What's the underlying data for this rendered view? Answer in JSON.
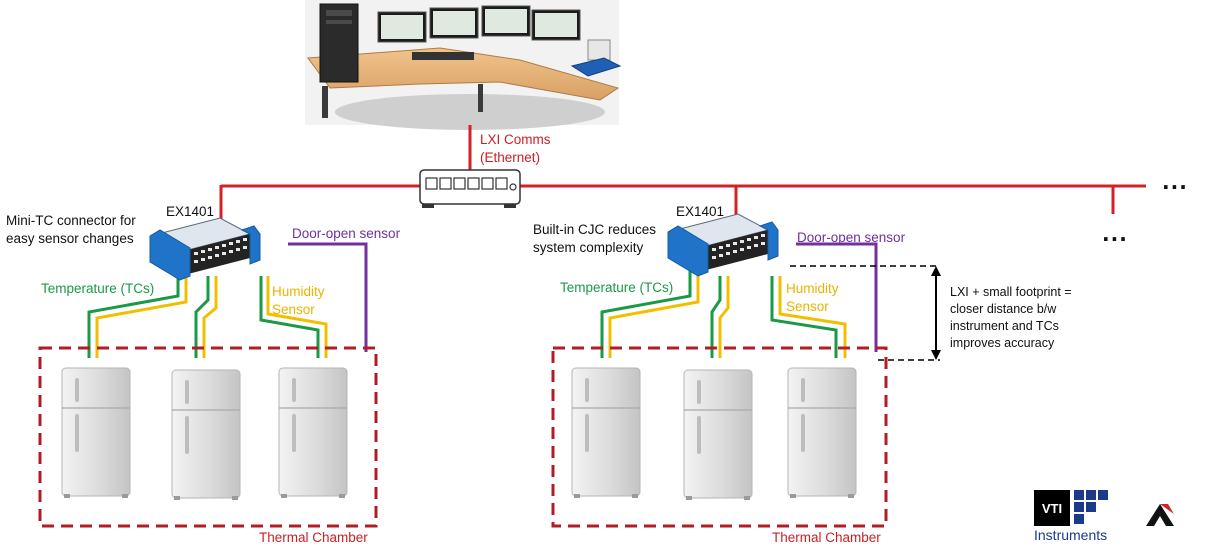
{
  "labels": {
    "lxi_comms_line1": "LXI Comms",
    "lxi_comms_line2": "(Ethernet)",
    "device_left": "EX1401",
    "device_right": "EX1401",
    "mini_tc_line1": "Mini-TC connector for",
    "mini_tc_line2": "easy sensor changes",
    "cjc_line1": "Built-in CJC reduces",
    "cjc_line2": "system complexity",
    "door_left": "Door-open  sensor",
    "door_right": "Door-open  sensor",
    "temp_left": "Temperature (TCs)",
    "temp_right": "Temperature (TCs)",
    "humid_left_line1": "Humidity",
    "humid_left_line2": "Sensor",
    "humid_right_line1": "Humidity",
    "humid_right_line2": "Sensor",
    "chamber_left": "Thermal Chamber",
    "chamber_right": "Thermal Chamber",
    "footprint_line1": "LXI + small footprint =",
    "footprint_line2": "closer distance b/w",
    "footprint_line3": "instrument and TCs",
    "footprint_line4": "improves accuracy",
    "ellipsis_top": "...",
    "ellipsis_mid": "..."
  },
  "logos": {
    "vti_text": "VTI",
    "vti_instruments": "Instruments"
  },
  "colors": {
    "ethernet": "#d42027",
    "temperature": "#1a9a46",
    "humidity": "#f2bf00",
    "door": "#7030a0",
    "chamber": "#b01e24",
    "device_blue": "#1f74c9"
  },
  "icons": [
    "workstation-image",
    "ethernet-switch-icon",
    "ex1401-device-icon",
    "refrigerator-icon",
    "vti-logo",
    "brand-logo"
  ]
}
